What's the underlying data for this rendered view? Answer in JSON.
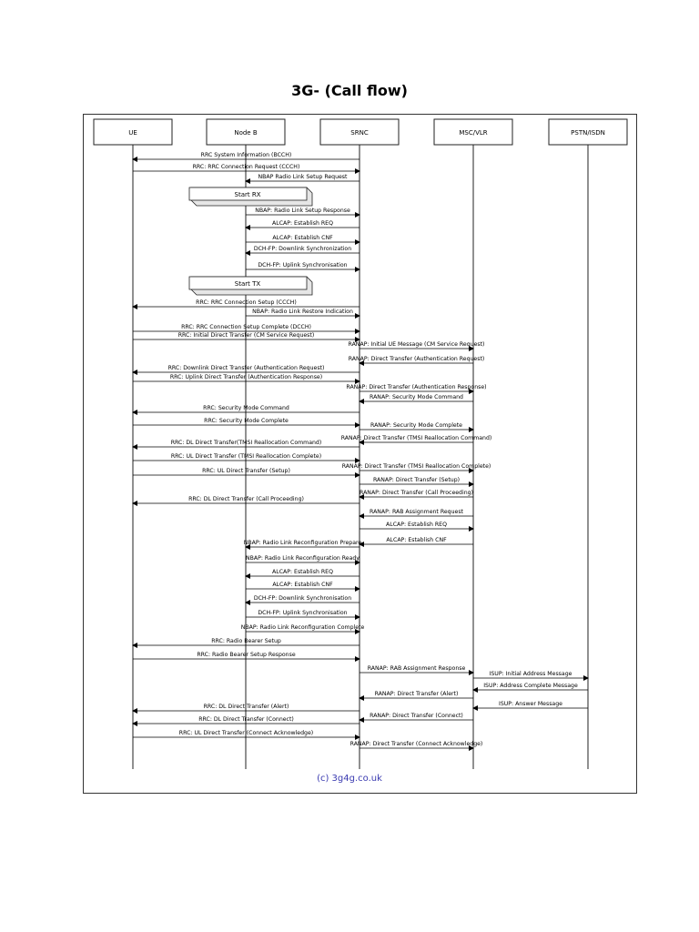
{
  "title": "3G- (Call flow)",
  "footer": "(c) 3g4g.co.uk",
  "entities": [
    {
      "id": "ue",
      "label": "UE"
    },
    {
      "id": "nodeb",
      "label": "Node B"
    },
    {
      "id": "srnc",
      "label": "SRNC"
    },
    {
      "id": "msc",
      "label": "MSC/VLR"
    },
    {
      "id": "pstn",
      "label": "PSTN/ISDN"
    }
  ],
  "boxes": [
    {
      "label": "Start RX"
    },
    {
      "label": "Start TX"
    }
  ],
  "messages": [
    {
      "text": "RRC System Information (BCCH)",
      "from": "srnc",
      "to": "ue"
    },
    {
      "text": "RRC: RRC Connection Request (CCCH)",
      "from": "ue",
      "to": "srnc"
    },
    {
      "text": "NBAP Radio Link Setup Request",
      "from": "srnc",
      "to": "nodeb"
    },
    {
      "text": "NBAP: Radio Link Setup Response",
      "from": "nodeb",
      "to": "srnc"
    },
    {
      "text": "ALCAP: Establish REQ",
      "from": "srnc",
      "to": "nodeb"
    },
    {
      "text": "ALCAP: Establish CNF",
      "from": "nodeb",
      "to": "srnc"
    },
    {
      "text": "DCH-FP: Downlink Synchronization",
      "from": "srnc",
      "to": "nodeb"
    },
    {
      "text": "DCH-FP: Uplink Synchronisation",
      "from": "nodeb",
      "to": "srnc"
    },
    {
      "text": "RRC: RRC Connection Setup (CCCH)",
      "from": "srnc",
      "to": "ue"
    },
    {
      "text": "NBAP: Radio Link Restore Indication",
      "from": "nodeb",
      "to": "srnc"
    },
    {
      "text": "RRC: RRC Connection Setup Complete (DCCH)",
      "from": "ue",
      "to": "srnc"
    },
    {
      "text": "RRC: Initial Direct Transfer (CM Service Request)",
      "from": "ue",
      "to": "srnc"
    },
    {
      "text": "RANAP: Initial UE Message (CM Service Request)",
      "from": "srnc",
      "to": "msc"
    },
    {
      "text": "RANAP: Direct Transfer (Authentication Request)",
      "from": "msc",
      "to": "srnc"
    },
    {
      "text": "RRC: Downlink Direct Transfer (Authentication Request)",
      "from": "srnc",
      "to": "ue"
    },
    {
      "text": "RRC: Uplink Direct Transfer (Authentication Response)",
      "from": "ue",
      "to": "srnc"
    },
    {
      "text": "RANAP: Direct Transfer (Authentication Response)",
      "from": "srnc",
      "to": "msc"
    },
    {
      "text": "RANAP: Security Mode Command",
      "from": "msc",
      "to": "srnc"
    },
    {
      "text": "RRC: Security Mode Command",
      "from": "srnc",
      "to": "ue"
    },
    {
      "text": "RRC: Security Mode Complete",
      "from": "ue",
      "to": "srnc"
    },
    {
      "text": "RANAP: Security Mode Complete",
      "from": "srnc",
      "to": "msc"
    },
    {
      "text": "RANAP: Direct Transfer (TMSI Reallocation Command)",
      "from": "msc",
      "to": "srnc"
    },
    {
      "text": "RRC: DL Direct Transfer(TMSI Reallocation Command)",
      "from": "srnc",
      "to": "ue"
    },
    {
      "text": "RRC: UL Direct Transfer (TMSI Reallocation Complete)",
      "from": "ue",
      "to": "srnc"
    },
    {
      "text": "RANAP: Direct Transfer (TMSI Reallocation Complete)",
      "from": "srnc",
      "to": "msc"
    },
    {
      "text": "RRC: UL Direct Transfer (Setup)",
      "from": "ue",
      "to": "srnc"
    },
    {
      "text": "RANAP: Direct Transfer (Setup)",
      "from": "srnc",
      "to": "msc"
    },
    {
      "text": "RANAP: Direct Transfer (Call Proceeding)",
      "from": "msc",
      "to": "srnc"
    },
    {
      "text": "RRC: DL Direct Transfer (Call Proceeding)",
      "from": "srnc",
      "to": "ue"
    },
    {
      "text": "RANAP: RAB Assignment Request",
      "from": "msc",
      "to": "srnc"
    },
    {
      "text": "ALCAP: Establish REQ",
      "from": "srnc",
      "to": "msc"
    },
    {
      "text": "ALCAP: Establish CNF",
      "from": "msc",
      "to": "srnc"
    },
    {
      "text": "NBAP: Radio Link Reconfiguration Prepare",
      "from": "srnc",
      "to": "nodeb"
    },
    {
      "text": "NBAP: Radio Link Reconfiguration Ready",
      "from": "nodeb",
      "to": "srnc"
    },
    {
      "text": "ALCAP: Establish REQ",
      "from": "srnc",
      "to": "nodeb"
    },
    {
      "text": "ALCAP: Establish CNF",
      "from": "nodeb",
      "to": "srnc"
    },
    {
      "text": "DCH-FP: Downlink Synchronisation",
      "from": "srnc",
      "to": "nodeb"
    },
    {
      "text": "DCH-FP: Uplink Synchronisation",
      "from": "nodeb",
      "to": "srnc"
    },
    {
      "text": "NBAP: Radio Link Reconfiguration Complete",
      "from": "nodeb",
      "to": "srnc"
    },
    {
      "text": "RRC: Radio Bearer Setup",
      "from": "srnc",
      "to": "ue"
    },
    {
      "text": "RRC: Radio Bearer Setup Response",
      "from": "ue",
      "to": "srnc"
    },
    {
      "text": "RANAP: RAB Assignment Response",
      "from": "srnc",
      "to": "msc"
    },
    {
      "text": "ISUP: Initial Address Message",
      "from": "msc",
      "to": "pstn"
    },
    {
      "text": "ISUP: Address Complete Message",
      "from": "pstn",
      "to": "msc"
    },
    {
      "text": "RANAP: Direct Transfer (Alert)",
      "from": "msc",
      "to": "srnc"
    },
    {
      "text": "ISUP: Answer Message",
      "from": "pstn",
      "to": "msc"
    },
    {
      "text": "RRC: DL Direct Transfer (Alert)",
      "from": "srnc",
      "to": "ue"
    },
    {
      "text": "RANAP: Direct Transfer (Connect)",
      "from": "msc",
      "to": "srnc"
    },
    {
      "text": "RRC: DL Direct Transfer (Connect)",
      "from": "srnc",
      "to": "ue"
    },
    {
      "text": "RRC: UL Direct Transfer (Connect Acknowledge)",
      "from": "ue",
      "to": "srnc"
    },
    {
      "text": "RANAP: Direct Transfer (Connect Acknowledge)",
      "from": "srnc",
      "to": "msc"
    }
  ]
}
